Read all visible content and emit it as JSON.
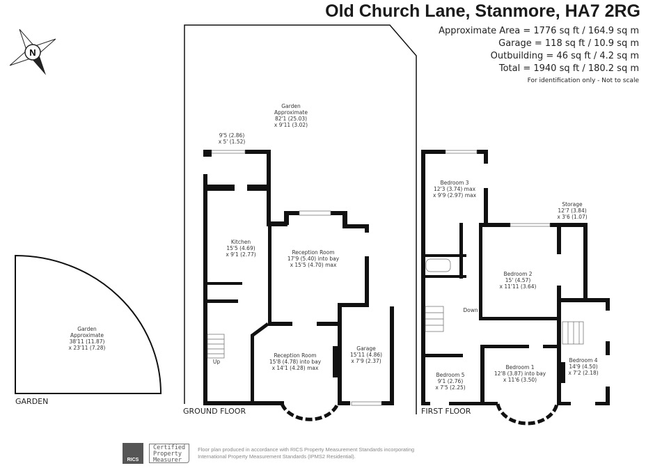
{
  "header": {
    "title": "Old Church Lane, Stanmore, HA7 2RG",
    "areas": [
      "Approximate Area = 1776 sq ft / 164.9 sq m",
      "Garage = 118 sq ft / 10.9 sq m",
      "Outbuilding = 46 sq ft / 4.2 sq m",
      "Total = 1940 sq ft / 180.2 sq m"
    ],
    "note": "For identification only - Not to scale"
  },
  "compass": {
    "label": "N"
  },
  "garden_outbuilding": {
    "floor_label": "GARDEN",
    "room": {
      "name": "Garden",
      "lines": [
        "Approximate",
        "38'11 (11.87)",
        "x 23'11 (7.28)"
      ]
    }
  },
  "ground_floor": {
    "floor_label": "GROUND FLOOR",
    "rooms": [
      {
        "name": "Garden",
        "lines": [
          "Approximate",
          "82'1 (25.03)",
          "x 9'11 (3.02)"
        ]
      },
      {
        "name": "9'5 (2.86)",
        "lines": [
          "x 5' (1.52)"
        ]
      },
      {
        "name": "Kitchen",
        "lines": [
          "15'5 (4.69)",
          "x 9'1 (2.77)"
        ]
      },
      {
        "name": "Reception Room",
        "lines": [
          "17'9 (5.40) into bay",
          "x 15'5 (4.70) max"
        ]
      },
      {
        "name": "Reception Room",
        "lines": [
          "15'8 (4.78) into bay",
          "x 14'1 (4.28) max"
        ]
      },
      {
        "name": "Garage",
        "lines": [
          "15'11 (4.86)",
          "x 7'9 (2.37)"
        ]
      }
    ],
    "stairs_label": "Up"
  },
  "first_floor": {
    "floor_label": "FIRST FLOOR",
    "rooms": [
      {
        "name": "Bedroom 3",
        "lines": [
          "12'3 (3.74) max",
          "x 9'9 (2.97) max"
        ]
      },
      {
        "name": "Storage",
        "lines": [
          "12'7 (3.84)",
          "x 3'6 (1.07)"
        ]
      },
      {
        "name": "Bedroom 2",
        "lines": [
          "15' (4.57)",
          "x 11'11 (3.64)"
        ]
      },
      {
        "name": "Bedroom 1",
        "lines": [
          "12'8 (3.87) into bay",
          "x 11'6 (3.50)"
        ]
      },
      {
        "name": "Bedroom 5",
        "lines": [
          "9'1 (2.76)",
          "x 7'5 (2.25)"
        ]
      },
      {
        "name": "Bedroom 4",
        "lines": [
          "14'9 (4.50)",
          "x 7'2 (2.18)"
        ]
      }
    ],
    "stairs_label": "Down"
  },
  "footer": {
    "logo_text": "RICS",
    "badge": [
      "Certified",
      "Property",
      "Measurer"
    ],
    "text": [
      "Floor plan produced in accordance with RICS Property Measurement Standards incorporating",
      "International Property Measurement Standards (IPMS2 Residential)."
    ]
  }
}
